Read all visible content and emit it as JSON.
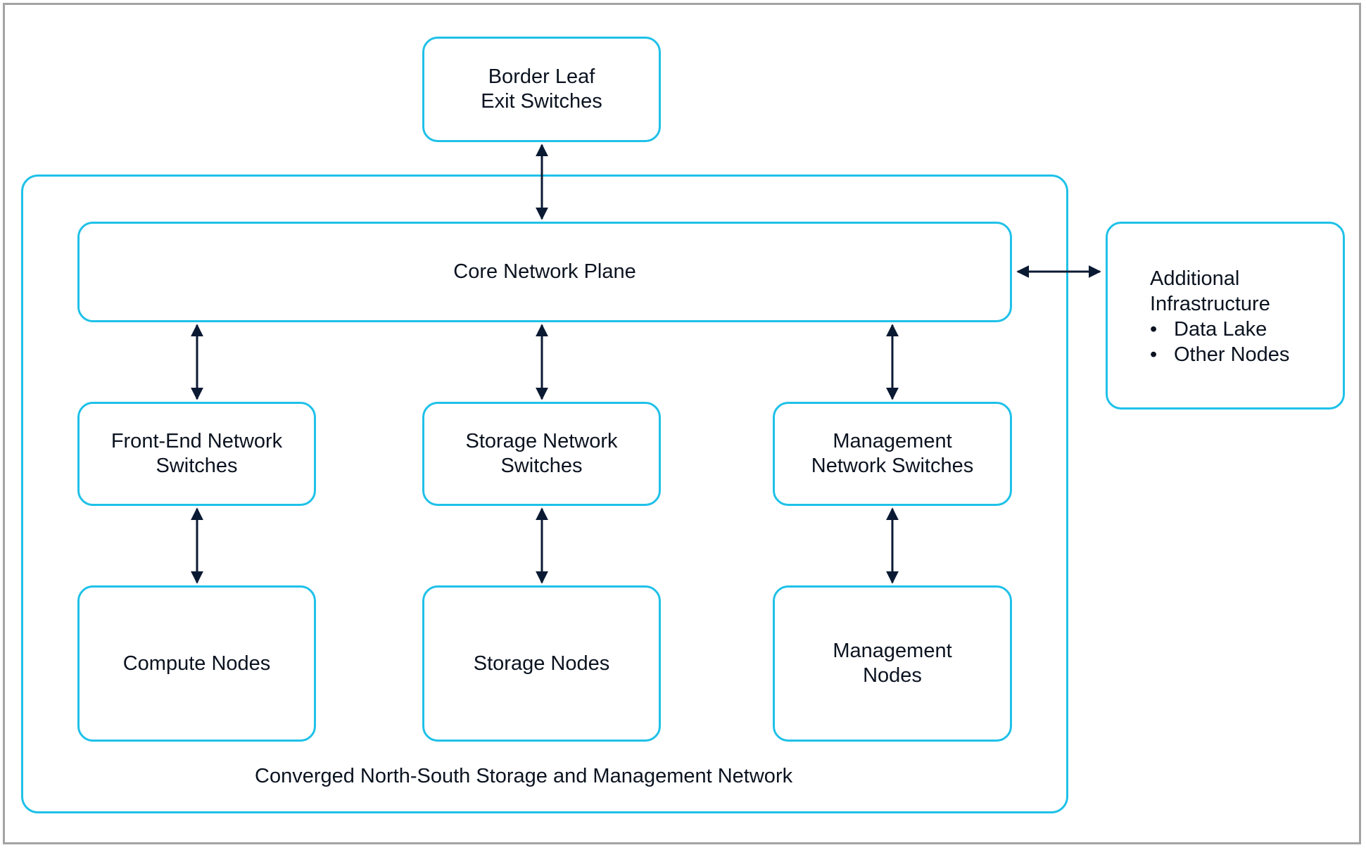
{
  "diagram": {
    "border_leaf": "Border Leaf\nExit Switches",
    "core_plane": "Core Network Plane",
    "front_end_switches": "Front-End Network\nSwitches",
    "storage_switches": "Storage Network\nSwitches",
    "management_switches": "Management\nNetwork Switches",
    "compute_nodes": "Compute Nodes",
    "storage_nodes": "Storage Nodes",
    "management_nodes": "Management\nNodes",
    "container_caption": "Converged North-South Storage and Management Network",
    "additional_infra": {
      "title": "Additional\nInfrastructure",
      "items": [
        "Data Lake",
        "Other Nodes"
      ],
      "bullet": "•"
    }
  },
  "colors": {
    "box_border": "#1fc1e8",
    "arrow": "#0b1a33",
    "frame": "#a3a3a3"
  }
}
